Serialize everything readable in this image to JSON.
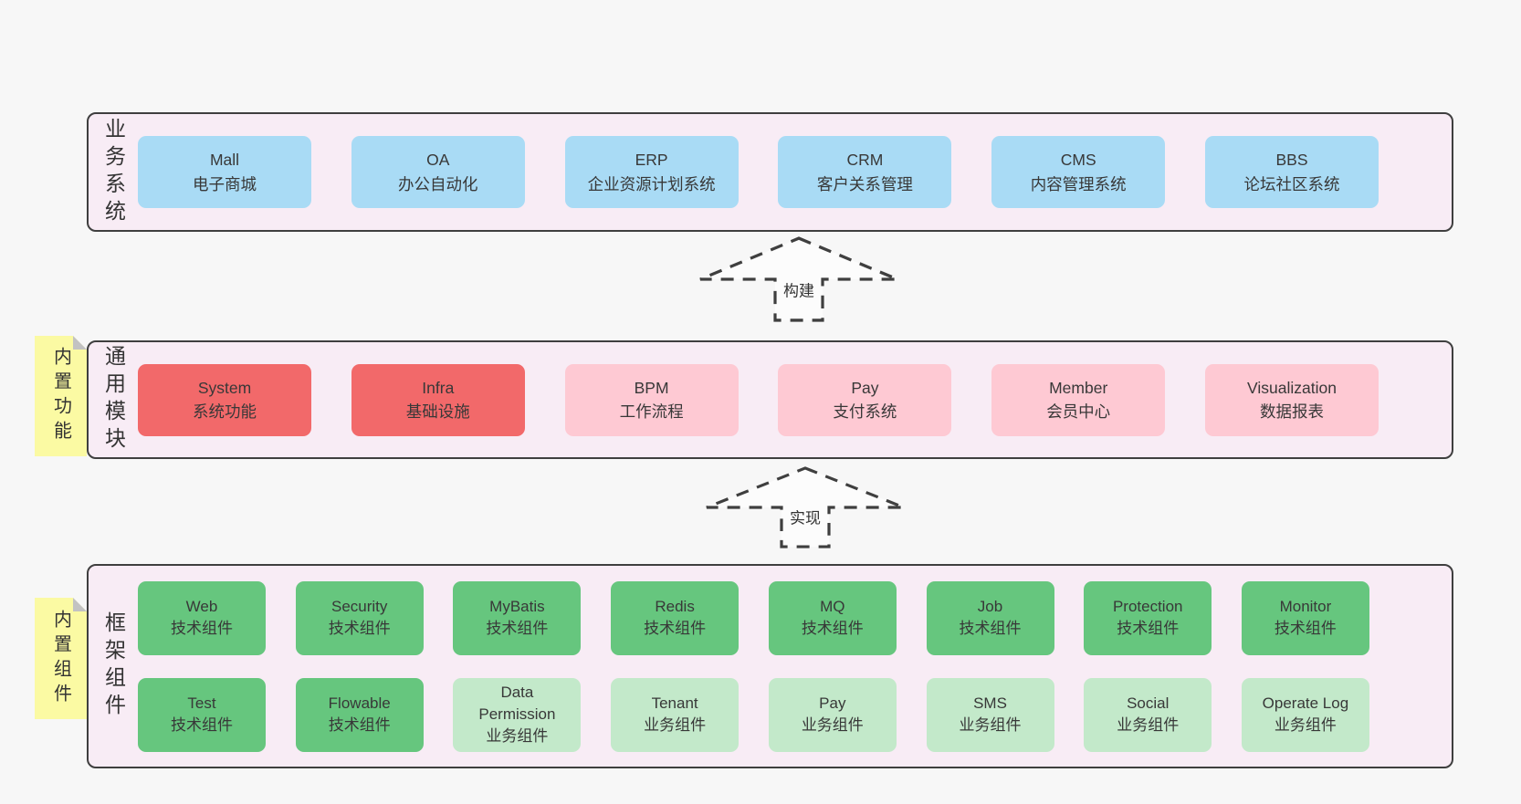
{
  "colors": {
    "page_bg": "#f7f7f7",
    "panel_bg": "#f8ecf5",
    "panel_border": "#3f3f3f",
    "blue": "#a9dbf5",
    "red": "#f2696a",
    "pink": "#fec9d3",
    "green": "#66c67e",
    "lightgreen": "#c3e9ca",
    "sticky_yellow": "#fbfaa3",
    "text": "#3a3a3a"
  },
  "arrows": {
    "build": {
      "label": "构建"
    },
    "implement": {
      "label": "实现"
    }
  },
  "layers": {
    "business": {
      "label": "业务系统",
      "boxes": [
        {
          "title": "Mall",
          "subtitle": "电子商城"
        },
        {
          "title": "OA",
          "subtitle": "办公自动化"
        },
        {
          "title": "ERP",
          "subtitle": "企业资源计划系统"
        },
        {
          "title": "CRM",
          "subtitle": "客户关系管理"
        },
        {
          "title": "CMS",
          "subtitle": "内容管理系统"
        },
        {
          "title": "BBS",
          "subtitle": "论坛社区系统"
        }
      ]
    },
    "modules": {
      "label": "通用模块",
      "sticky": "内置功能",
      "boxes": [
        {
          "title": "System",
          "subtitle": "系统功能"
        },
        {
          "title": "Infra",
          "subtitle": "基础设施"
        },
        {
          "title": "BPM",
          "subtitle": "工作流程"
        },
        {
          "title": "Pay",
          "subtitle": "支付系统"
        },
        {
          "title": "Member",
          "subtitle": "会员中心"
        },
        {
          "title": "Visualization",
          "subtitle": "数据报表"
        }
      ]
    },
    "framework": {
      "label": "框架组件",
      "sticky": "内置组件",
      "row1": [
        {
          "title": "Web",
          "subtitle": "技术组件"
        },
        {
          "title": "Security",
          "subtitle": "技术组件"
        },
        {
          "title": "MyBatis",
          "subtitle": "技术组件"
        },
        {
          "title": "Redis",
          "subtitle": "技术组件"
        },
        {
          "title": "MQ",
          "subtitle": "技术组件"
        },
        {
          "title": "Job",
          "subtitle": "技术组件"
        },
        {
          "title": "Protection",
          "subtitle": "技术组件"
        },
        {
          "title": "Monitor",
          "subtitle": "技术组件"
        }
      ],
      "row2": [
        {
          "title": "Test",
          "subtitle": "技术组件"
        },
        {
          "title": "Flowable",
          "subtitle": "技术组件"
        },
        {
          "title": "Data Permission",
          "subtitle": "业务组件"
        },
        {
          "title": "Tenant",
          "subtitle": "业务组件"
        },
        {
          "title": "Pay",
          "subtitle": "业务组件"
        },
        {
          "title": "SMS",
          "subtitle": "业务组件"
        },
        {
          "title": "Social",
          "subtitle": "业务组件"
        },
        {
          "title": "Operate Log",
          "subtitle": "业务组件"
        }
      ]
    }
  }
}
